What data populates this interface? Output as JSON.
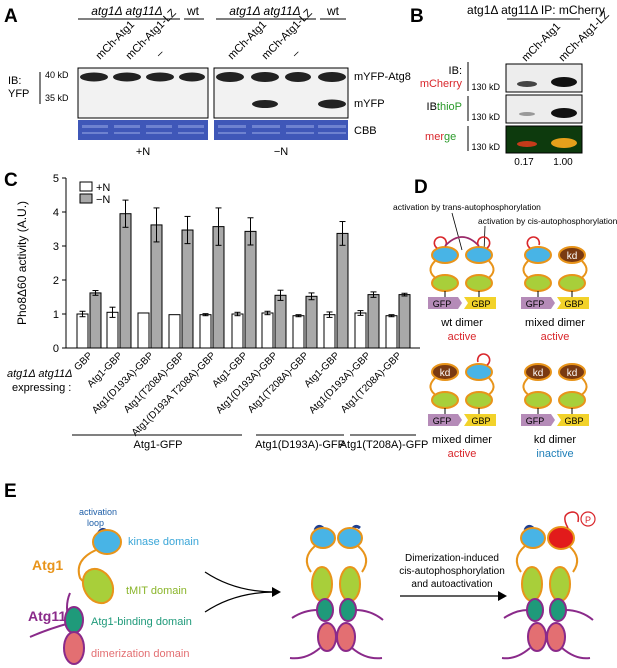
{
  "panels": {
    "A": {
      "letter": "A",
      "header_left": "atg1Δ atg11Δ",
      "header_wt": "wt",
      "header_mid": "atg1Δ atg11Δ",
      "header_wt2": "wt",
      "lanes_left": [
        "mCh-Atg1",
        "mCh-Atg1-LZ",
        "–"
      ],
      "lanes_right": [
        "mCh-Atg1",
        "mCh-Atg1-LZ",
        "–"
      ],
      "ib_label": "IB:",
      "ib_label2": "YFP",
      "mw_40": "40 kD",
      "mw_35": "35 kD",
      "band_top": "mYFP-Atg8",
      "band_bottom": "mYFP",
      "cbb": "CBB",
      "cond_plus": "+N",
      "cond_minus": "−N"
    },
    "B": {
      "letter": "B",
      "header": "atg1Δ atg11Δ  IP: mCherry",
      "lanes": [
        "mCh-Atg1",
        "mCh-Atg1-LZ"
      ],
      "ib1_a": "IB:",
      "ib1_b": "mCherry",
      "ib2_a": "IB:",
      "ib2_b": "thioP",
      "merge_a": "mer",
      "merge_b": "ge",
      "mw": "130 kD",
      "ratio1": "0.17",
      "ratio2": "1.00"
    },
    "C": {
      "letter": "C",
      "strain_a": "atg1Δ atg11Δ",
      "strain_b": "expressing :",
      "groups": [
        "Atg1-GFP",
        "Atg1(D193A)-GFP",
        "Atg1(T208A)-GFP"
      ]
    },
    "D": {
      "letter": "D",
      "trans_label": "activation by trans-autophosphorylation",
      "cis_label": "activation by cis-autophosphorylation",
      "kd": "kd",
      "gfp": "GFP",
      "gbp": "GBP",
      "dimers": [
        {
          "name": "wt dimer",
          "status": "active"
        },
        {
          "name": "mixed dimer",
          "status": "active"
        },
        {
          "name": "mixed dimer",
          "status": "active"
        },
        {
          "name": "kd dimer",
          "status": "inactive"
        }
      ]
    },
    "E": {
      "letter": "E",
      "loop_a": "activation",
      "loop_b": "loop",
      "atg1": "Atg1",
      "atg11": "Atg11",
      "kinase_domain": "kinase domain",
      "tmit_domain": "tMIT domain",
      "binding_domain": "Atg1-binding domain",
      "dimer_domain": "dimerization domain",
      "arrow_text": [
        "Dimerization-induced",
        "cis-autophosphorylation",
        "and autoactivation"
      ],
      "p": "P"
    }
  },
  "chart_data": {
    "type": "bar",
    "ylabel": "Pho8Δ60 activity (A.U.)",
    "ylim": [
      0,
      5
    ],
    "yticks": [
      0,
      1,
      2,
      3,
      4,
      5
    ],
    "legend": {
      "placement": "top-left",
      "entries": [
        "+N",
        "−N"
      ]
    },
    "categories": [
      "GBP",
      "Atg1-GBP",
      "Atg1(D193A)-GBP",
      "Atg1(T208A)-GBP",
      "Atg1(D193A T208A)-GBP",
      "Atg1-GBP",
      "Atg1(D193A)-GBP",
      "Atg1(T208A)-GBP",
      "Atg1-GBP",
      "Atg1(D193A)-GBP",
      "Atg1(T208A)-GBP"
    ],
    "series": [
      {
        "name": "+N",
        "color": "#ffffff",
        "values": [
          1.0,
          1.05,
          1.03,
          0.98,
          0.98,
          1.0,
          1.03,
          0.95,
          0.98,
          1.03,
          0.95
        ],
        "errors": [
          0.08,
          0.15,
          0.0,
          0.0,
          0.03,
          0.05,
          0.05,
          0.03,
          0.08,
          0.07,
          0.03
        ]
      },
      {
        "name": "−N",
        "color": "#a9a9a9",
        "values": [
          1.62,
          3.95,
          3.62,
          3.47,
          3.57,
          3.43,
          1.55,
          1.52,
          3.37,
          1.57,
          1.57
        ],
        "errors": [
          0.07,
          0.4,
          0.5,
          0.4,
          0.55,
          0.4,
          0.15,
          0.1,
          0.35,
          0.08,
          0.04
        ]
      }
    ]
  }
}
